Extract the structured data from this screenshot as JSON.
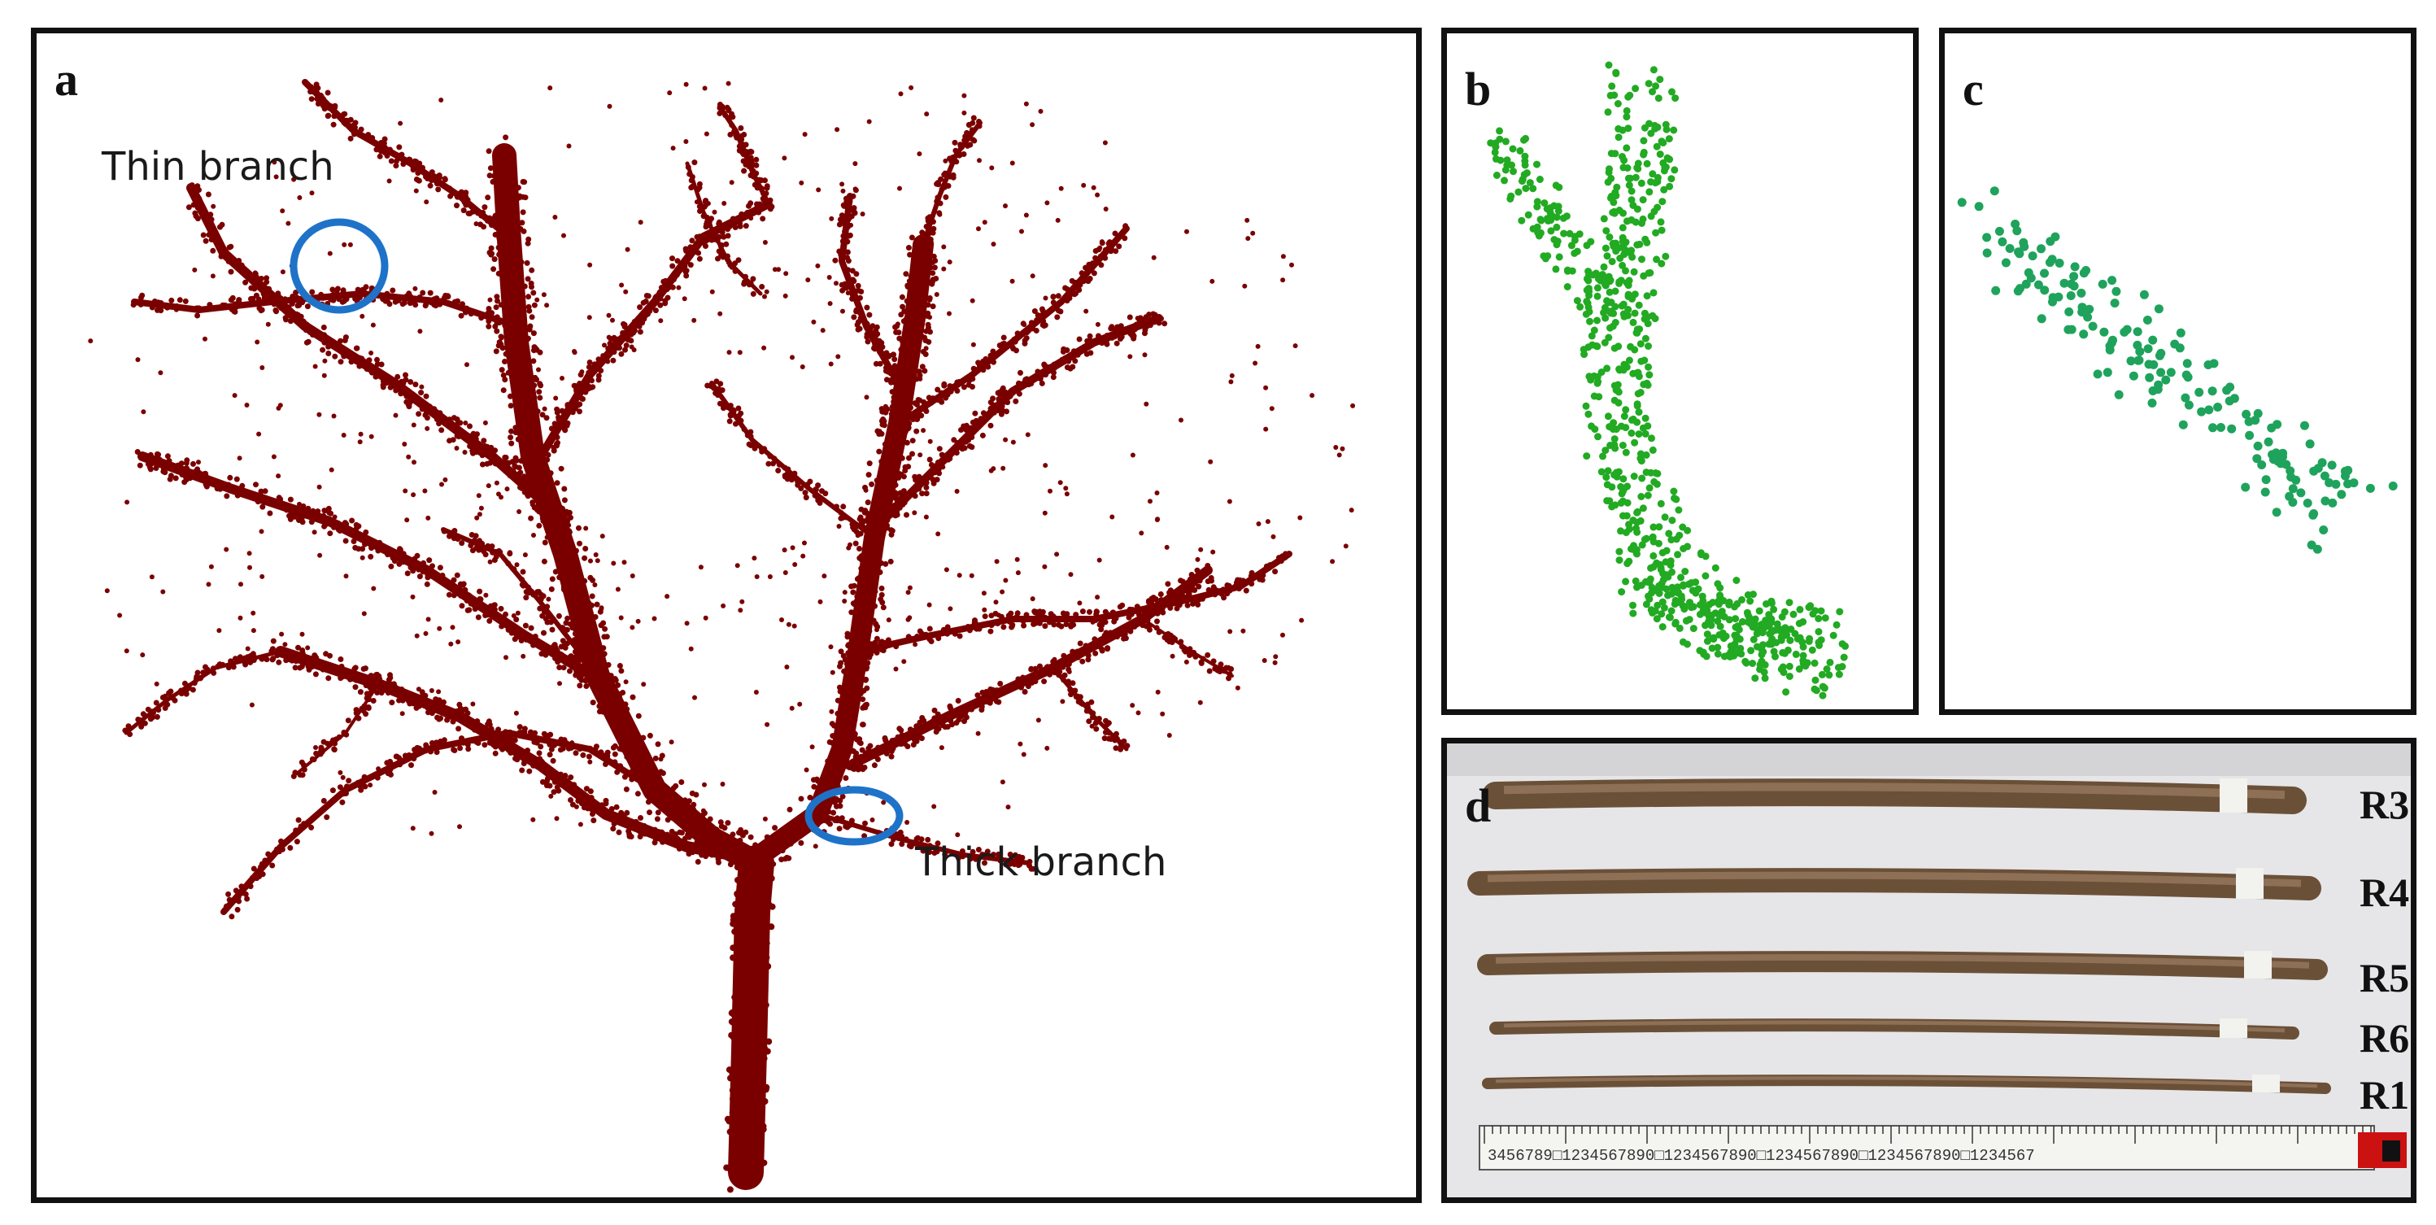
{
  "panels": {
    "a": {
      "label": "a",
      "annotations": {
        "thin": "Thin branch",
        "thick": "Thick branch"
      },
      "point_color": "#7a0000",
      "ring_color": "#1e73c8"
    },
    "b": {
      "label": "b",
      "point_color": "#22aa22"
    },
    "c": {
      "label": "c",
      "point_color": "#1fa35c"
    },
    "d": {
      "label": "d",
      "roots": [
        "R3",
        "R4",
        "R5",
        "R6",
        "R1"
      ],
      "ruler_text": "3456789□1234567890□1234567890□1234567890□1234567890□1234567"
    }
  }
}
